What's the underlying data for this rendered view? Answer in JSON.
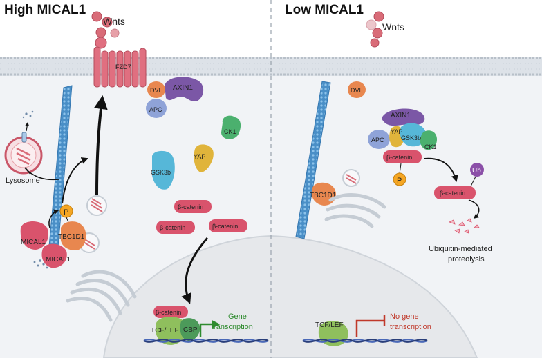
{
  "panels": {
    "left_title": "High MICAL1",
    "right_title": "Low MICAL1"
  },
  "left": {
    "wnts": "Wnts",
    "fzd7": "FZD7",
    "dvl": "DVL",
    "axin1": "AXIN1",
    "apc": "APC",
    "ck1": "CK1",
    "yap": "YAP",
    "gsk3b": "GSK3b",
    "beta_catenin_1": "β-catenin",
    "beta_catenin_2": "β-catenin",
    "beta_catenin_3": "β-catenin",
    "lysosome": "Lysosome",
    "phospho": "P",
    "tbc1d1": "TBC1D1",
    "mical1_a": "MICAL1",
    "mical1_b": "MICAL1",
    "nuclear_beta_catenin": "β-catenin",
    "tcf_lef": "TCF/LEF",
    "cbp": "CBP",
    "gene_transcription_1": "Gene",
    "gene_transcription_2": "transcription"
  },
  "right": {
    "wnts": "Wnts",
    "dvl": "DVL",
    "axin1": "AXIN1",
    "apc": "APC",
    "yap": "YAP",
    "gsk3b": "GSK3b",
    "ck1": "CK1",
    "beta_catenin": "β-catenin",
    "phospho": "P",
    "ub": "Ub",
    "beta_catenin_ub": "β-catenin",
    "tbc1d1": "TBC1D1",
    "proteolysis_1": "Ubiquitin-mediated",
    "proteolysis_2": "proteolysis",
    "tcf_lef": "TCF/LEF",
    "no_gene_1": "No gene",
    "no_gene_2": "transcription"
  },
  "colors": {
    "membrane": "#d0d6dd",
    "cytoplasm": "#f1f3f6",
    "nucleus": "#e6e8eb",
    "receptor": "#e06f80",
    "microtubule": "#4a8fc7",
    "beta_catenin": "#d9536c",
    "axin": "#7b57a6",
    "apc": "#8fa3d8",
    "dvl": "#e8874f",
    "yap": "#e0b43b",
    "gsk3b": "#56b7d8",
    "ck1": "#4bb06e",
    "phospho": "#f5a623",
    "ub": "#8b4fa8",
    "tcf": "#8fbf5d",
    "cbp": "#4c9a5a",
    "activate_arrow": "#2e8b2e",
    "inhibit_arrow": "#c0392b"
  }
}
